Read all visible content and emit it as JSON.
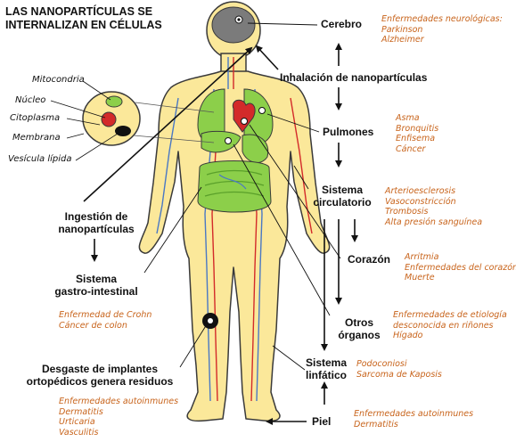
{
  "title": {
    "line1": "LAS NANOPARTÍCULAS SE",
    "line2": "INTERNALIZAN EN CÉLULAS"
  },
  "cell_parts": [
    "Mitocondria",
    "Núcleo",
    "Citoplasma",
    "Membrana",
    "Vesícula lípida"
  ],
  "entry_routes": {
    "inhalation": "Inhalación de nanopartículas",
    "ingestion_line1": "Ingestión de",
    "ingestion_line2": "nanopartículas"
  },
  "organs": {
    "brain": {
      "name": "Cerebro",
      "diseases": [
        "Enfermedades neurológicas:",
        "Parkinson",
        "Alzheimer"
      ]
    },
    "lungs": {
      "name": "Pulmones",
      "diseases": [
        "Asma",
        "Bronquitis",
        "Enfisema",
        "Cáncer"
      ]
    },
    "circulatory": {
      "name_line1": "Sistema",
      "name_line2": "circulatorio",
      "diseases": [
        "Arterioesclerosis",
        "Vasoconstricción",
        "Trombosis",
        "Alta presión sanguínea"
      ]
    },
    "heart": {
      "name": "Corazón",
      "diseases": [
        "Arritmia",
        "Enfermedades del corazón",
        "Muerte"
      ]
    },
    "other": {
      "name_line1": "Otros",
      "name_line2": "órganos",
      "diseases": [
        "Enfermedades de etiología",
        "desconocida en riñones",
        "Hígado"
      ]
    },
    "lymphatic": {
      "name_line1": "Sistema",
      "name_line2": "linfático",
      "diseases": [
        "Podoconiosi",
        "Sarcoma de Kaposis"
      ]
    },
    "skin": {
      "name": "Piel",
      "diseases": [
        "Enfermedades autoinmunes",
        "Dermatitis"
      ]
    },
    "gi": {
      "name_line1": "Sistema",
      "name_line2": "gastro-intestinal",
      "diseases": [
        "Enfermedad de Crohn",
        "Cáncer de colon"
      ]
    },
    "implants": {
      "name_line1": "Desgaste de implantes",
      "name_line2": "ortopédicos genera residuos",
      "diseases": [
        "Enfermedades autoinmunes",
        "Dermatitis",
        "Urticaria",
        "Vasculitis"
      ]
    }
  },
  "colors": {
    "body": "#fbe89a",
    "body_outline": "#3a3a3a",
    "organ_green": "#8ccf4a",
    "brain_gray": "#7b7b7b",
    "heart_red": "#d32a2a",
    "vein_blue": "#4a78c4",
    "disease_text": "#c8641c"
  }
}
